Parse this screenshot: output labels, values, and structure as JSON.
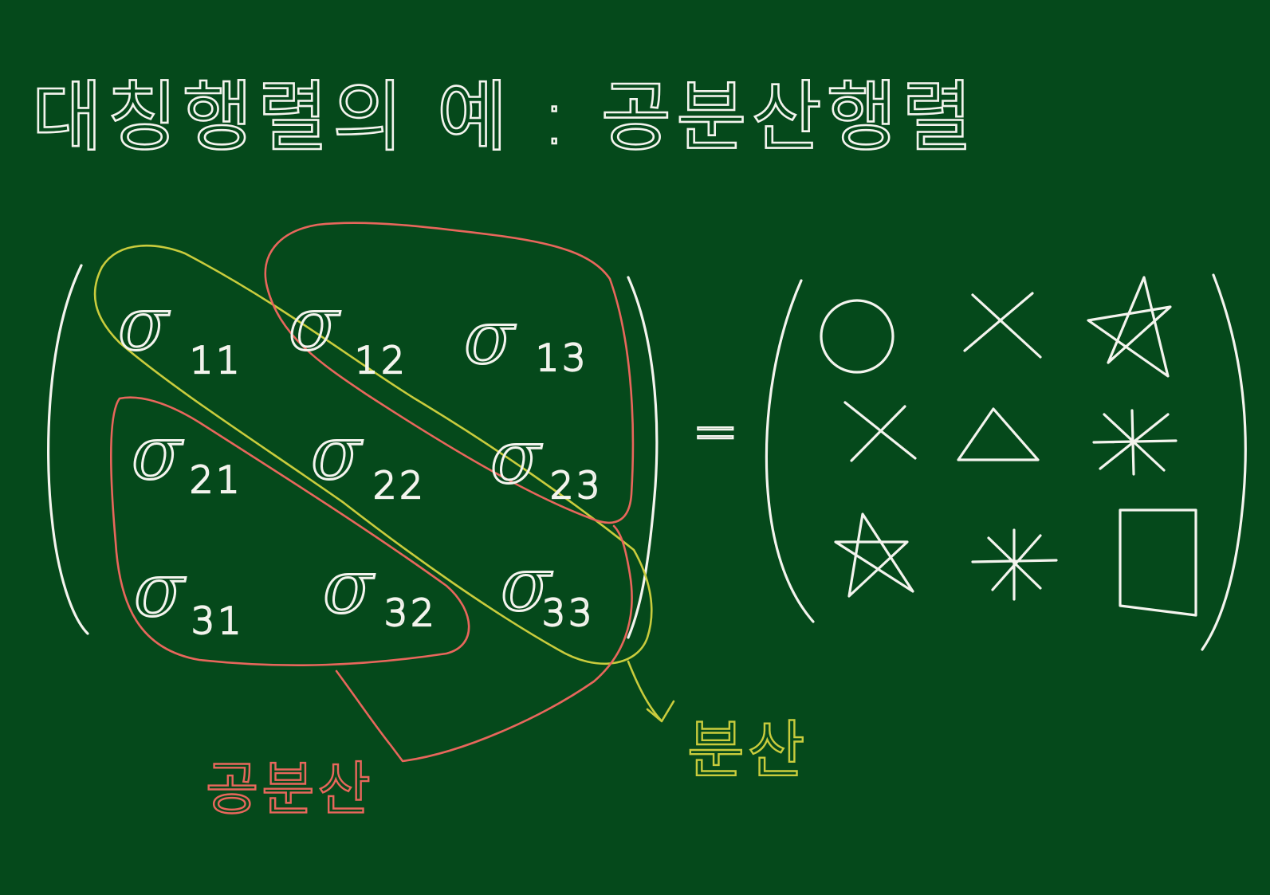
{
  "title": "대칭행렬의 예 : 공분산행렬",
  "matrix": {
    "symbol": "σ",
    "entries": [
      {
        "symbol": "σ",
        "subscript": "11"
      },
      {
        "symbol": "σ",
        "subscript": "12"
      },
      {
        "symbol": "σ",
        "subscript": "13"
      },
      {
        "symbol": "σ",
        "subscript": "21"
      },
      {
        "symbol": "σ",
        "subscript": "22"
      },
      {
        "symbol": "σ",
        "subscript": "23"
      },
      {
        "symbol": "σ",
        "subscript": "31"
      },
      {
        "symbol": "σ",
        "subscript": "32"
      },
      {
        "symbol": "σ",
        "subscript": "33"
      }
    ]
  },
  "equals": "=",
  "symbol_matrix": [
    [
      "circle-icon",
      "x-icon",
      "star-icon"
    ],
    [
      "x-icon",
      "triangle-icon",
      "asterisk-icon"
    ],
    [
      "star-icon",
      "asterisk-icon",
      "square-icon"
    ]
  ],
  "labels": {
    "covariance": "공분산",
    "variance": "분산"
  },
  "colors": {
    "board": "#05491b",
    "chalk": "#f4f4ee",
    "covariance": "#e8675c",
    "variance": "#c9cc3d"
  }
}
